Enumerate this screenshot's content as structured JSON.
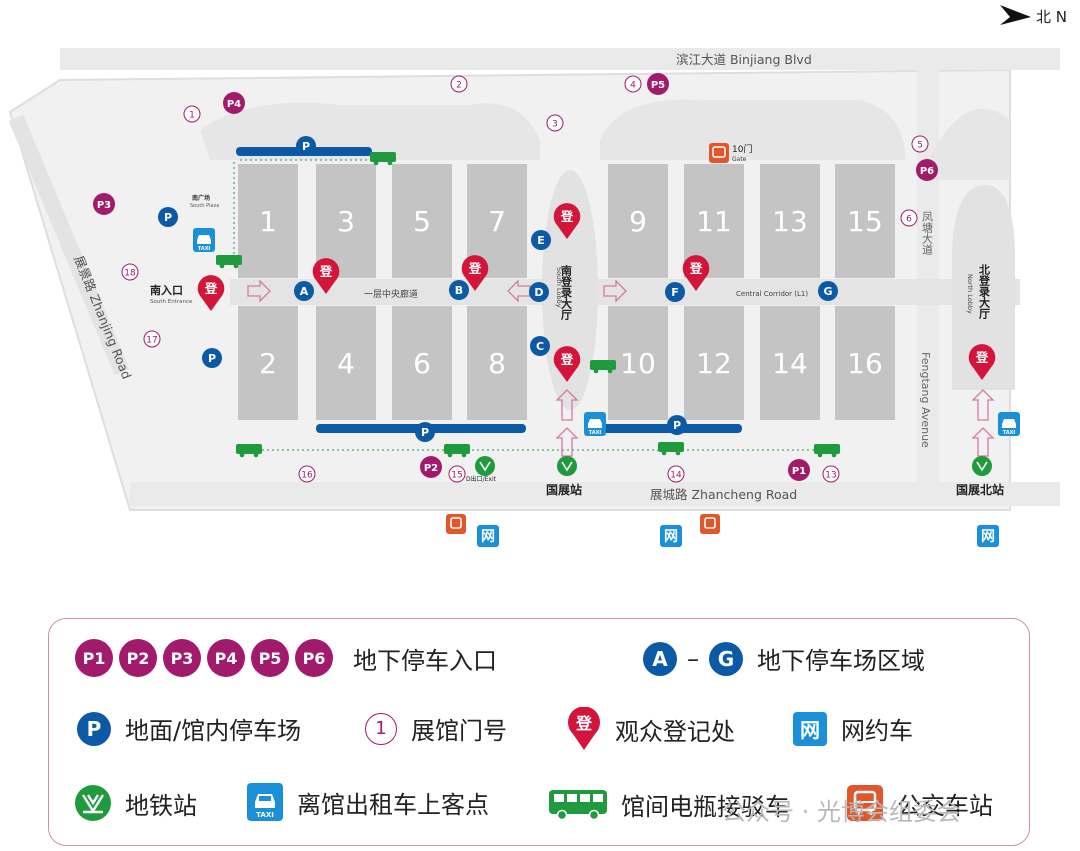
{
  "compass": "北 N",
  "roads": {
    "binjiang": "滨江大道 Binjiang Blvd",
    "zhancheng": "展城路 Zhancheng Road",
    "zhanjing": "展景路 Zhanjing Road",
    "fengtang_cn": "凤塘大道",
    "fengtang_en": "Fengtang Avenue"
  },
  "halls": [
    "1",
    "2",
    "3",
    "4",
    "5",
    "6",
    "7",
    "8",
    "9",
    "10",
    "11",
    "12",
    "13",
    "14",
    "15",
    "16"
  ],
  "labels": {
    "south_plaza_cn": "南广场",
    "south_plaza_en": "South Plaza",
    "south_entrance_cn": "南入口",
    "south_entrance_en": "South Entrance",
    "corridor_cn": "一层中央廊道",
    "corridor_en": "Central Corridor (L1)",
    "south_lobby_cn": "南登录大厅",
    "south_lobby_en": "South Lobby",
    "north_lobby_cn": "北登录大厅",
    "north_lobby_en": "North Lobby",
    "gate10_num": "10门",
    "gate10_en": "Gate",
    "exit_d": "D出口/Exit",
    "station_guozhan": "国展站",
    "station_guozhan_north": "国展北站"
  },
  "badges": {
    "register": "登",
    "parking": "P",
    "taxi": "TAXI",
    "ride_hailing": "网",
    "zones": [
      "A",
      "B",
      "C",
      "D",
      "E",
      "F",
      "G"
    ],
    "parking_entrances": [
      "P1",
      "P2",
      "P3",
      "P4",
      "P5",
      "P6"
    ],
    "gates": [
      "1",
      "2",
      "3",
      "4",
      "5",
      "6",
      "13",
      "14",
      "15",
      "16",
      "17",
      "18"
    ]
  },
  "legend": {
    "p_entrances": [
      "P1",
      "P2",
      "P3",
      "P4",
      "P5",
      "P6"
    ],
    "p_entrances_label": "地下停车入口",
    "zone_a": "A",
    "zone_dash": "–",
    "zone_g": "G",
    "zones_label": "地下停车场区域",
    "surface_parking_icon": "P",
    "surface_parking_label": "地面/馆内停车场",
    "gate_icon": "1",
    "gate_label": "展馆门号",
    "register_icon": "登",
    "register_label": "观众登记处",
    "ride_hailing_icon": "网",
    "ride_hailing_label": "网约车",
    "metro_label": "地铁站",
    "taxi_icon": "TAXI",
    "taxi_label": "离馆出租车上客点",
    "shuttle_label": "馆间电瓶接驳车",
    "bus_label": "公交车站"
  },
  "watermark": "公众号 · 光博会组委会",
  "colors": {
    "hall": "#c4c4c4",
    "road": "#ececec",
    "magenta": "#a21a6c",
    "navy": "#0c5aa6",
    "red": "#d4153a",
    "green": "#1f9a3c",
    "orange": "#e2562b",
    "taxi_blue": "#1a90d8"
  }
}
